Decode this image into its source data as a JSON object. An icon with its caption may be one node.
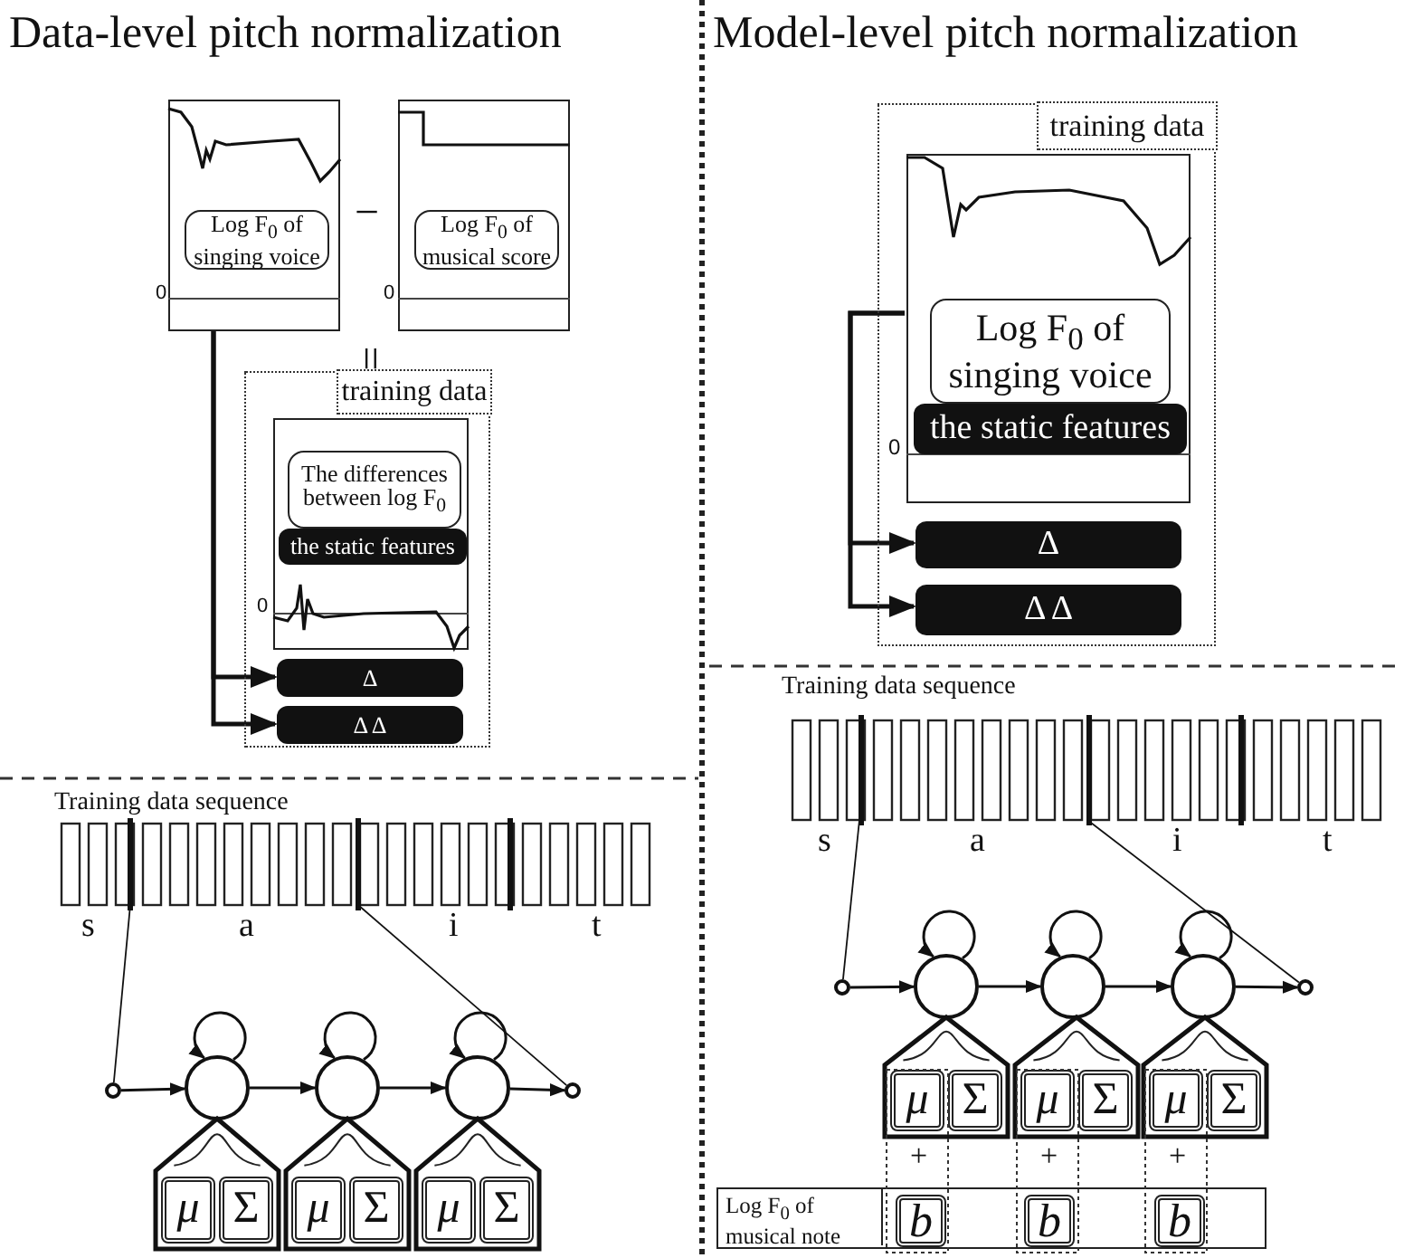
{
  "diagram": {
    "nodes": [
      {
        "text": [
          "Log F$_{0}$ of singing voice"
        ],
        "beside": [
          "0"
        ]
      },
      {
        "text": [
          "Log F$_{0}$ of musical score"
        ],
        "beside": [
          "0"
        ]
      },
      {
        "text": [
          "training data"
        ]
      },
      {
        "text": [
          "The differences between log F$_{0}$"
        ],
        "in": 2,
        "beside": [
          "0"
        ]
      },
      {
        "text": [
          "the static features"
        ],
        "in": 3
      },
      {
        "text": [
          "Δ"
        ],
        "in": 2
      },
      {
        "text": [
          "Δ Δ"
        ],
        "in": 2
      },
      {
        "text": [
          "training data"
        ]
      },
      {
        "text": [
          "Log F$_{0}$ of singing voice"
        ],
        "in": 7,
        "beside": [
          "0"
        ]
      },
      {
        "text": [
          "the static features"
        ],
        "in": 8
      },
      {
        "text": [
          "Δ"
        ],
        "in": 7
      },
      {
        "text": [
          "Δ Δ"
        ],
        "in": 7
      },
      {
        "text": [],
        "shape": "bar",
        "beside": [
          "s",
          "a",
          "i",
          "t"
        ]
      },
      {
        "text": [],
        "shape": "circle"
      },
      {
        "text": [],
        "shape": "circle"
      },
      {
        "text": [],
        "shape": "circle"
      },
      {
        "text": [],
        "shape": "circle"
      },
      {
        "text": [],
        "shape": "circle"
      },
      {
        "text": [
          "μ",
          "Σ"
        ]
      },
      {
        "text": [
          "μ",
          "Σ"
        ]
      },
      {
        "text": [
          "μ",
          "Σ"
        ]
      },
      {
        "text": [],
        "shape": "bar",
        "beside": [
          "s",
          "a",
          "i",
          "t"
        ]
      },
      {
        "text": [],
        "shape": "circle"
      },
      {
        "text": [],
        "shape": "circle"
      },
      {
        "text": [],
        "shape": "circle"
      },
      {
        "text": [],
        "shape": "circle"
      },
      {
        "text": [],
        "shape": "circle"
      },
      {
        "text": [
          "μ",
          "Σ"
        ]
      },
      {
        "text": [
          "μ",
          "Σ"
        ]
      },
      {
        "text": [
          "μ",
          "Σ"
        ]
      },
      {
        "text": [
          "Log F$_{0}$ of musical note"
        ]
      },
      {
        "text": [
          "b"
        ],
        "in": 30
      },
      {
        "text": [
          "b"
        ],
        "in": 30
      },
      {
        "text": [
          "b"
        ],
        "in": 30
      }
    ],
    "edges": [
      {
        "from": 0,
        "to": 5,
        "arrow": "to"
      },
      {
        "from": 0,
        "to": 6,
        "arrow": "to"
      },
      {
        "from": 8,
        "to": 10,
        "arrow": "to"
      },
      {
        "from": 8,
        "to": 11,
        "arrow": "to"
      },
      {
        "from": 12,
        "to": 13,
        "arrow": "none"
      },
      {
        "from": 12,
        "to": 17,
        "arrow": "none"
      },
      {
        "from": 13,
        "to": 14,
        "arrow": "to"
      },
      {
        "from": 14,
        "to": 14,
        "arrow": "to"
      },
      {
        "from": 14,
        "to": 15,
        "arrow": "to"
      },
      {
        "from": 15,
        "to": 15,
        "arrow": "to"
      },
      {
        "from": 15,
        "to": 16,
        "arrow": "to"
      },
      {
        "from": 16,
        "to": 16,
        "arrow": "to"
      },
      {
        "from": 16,
        "to": 17,
        "arrow": "to"
      },
      {
        "from": 21,
        "to": 22,
        "arrow": "none"
      },
      {
        "from": 21,
        "to": 26,
        "arrow": "none"
      },
      {
        "from": 22,
        "to": 23,
        "arrow": "to"
      },
      {
        "from": 23,
        "to": 23,
        "arrow": "to"
      },
      {
        "from": 23,
        "to": 24,
        "arrow": "to"
      },
      {
        "from": 24,
        "to": 24,
        "arrow": "to"
      },
      {
        "from": 24,
        "to": 25,
        "arrow": "to"
      },
      {
        "from": 25,
        "to": 25,
        "arrow": "to"
      },
      {
        "from": 25,
        "to": 26,
        "arrow": "to"
      }
    ],
    "labels": [
      "Data-level pitch normalization",
      "−",
      "=",
      "Training data sequence",
      "Model-level pitch normalization",
      "Training data sequence",
      "+",
      "+",
      "+"
    ]
  }
}
